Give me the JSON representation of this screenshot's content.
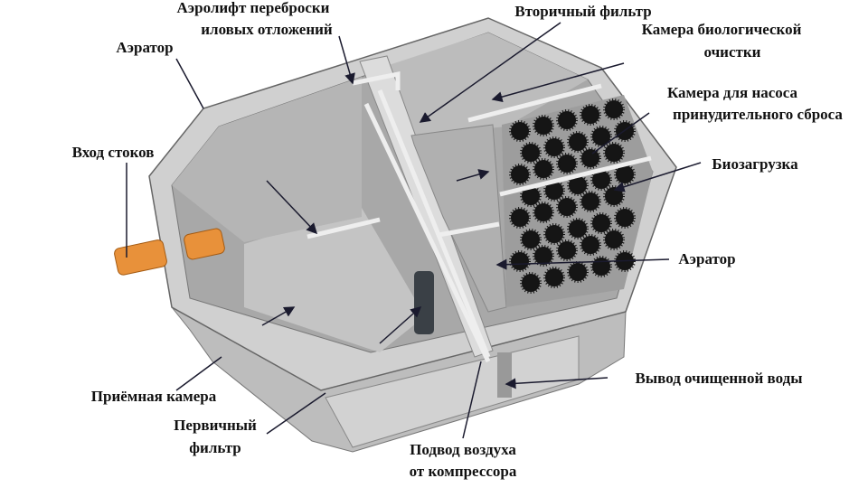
{
  "title": "Схема септика с биологической очисткой",
  "labels": {
    "aerolift_1": "Аэролифт переброски",
    "aerolift_2": "иловых отложений",
    "aerator_left": "Аэратор",
    "secondary_filter": "Вторичный фильтр",
    "bio_chamber_1": "Камера биологической",
    "bio_chamber_2": "очистки",
    "pump_chamber_1": "Камера для насоса",
    "pump_chamber_2": "принудительного сброса",
    "inlet": "Вход стоков",
    "bioload": "Биозагрузка",
    "aerator_right": "Аэратор",
    "outlet": "Вывод очищенной воды",
    "receiving_chamber": "Приёмная камера",
    "primary_filter_1": "Первичный",
    "primary_filter_2": "фильтр",
    "air_supply_1": "Подвод воздуха",
    "air_supply_2": "от компрессора"
  },
  "colors": {
    "concrete": "#c9c9c9",
    "concrete_dark": "#9a9a9a",
    "pipe": "#e8913a",
    "bioload": "#151515"
  }
}
